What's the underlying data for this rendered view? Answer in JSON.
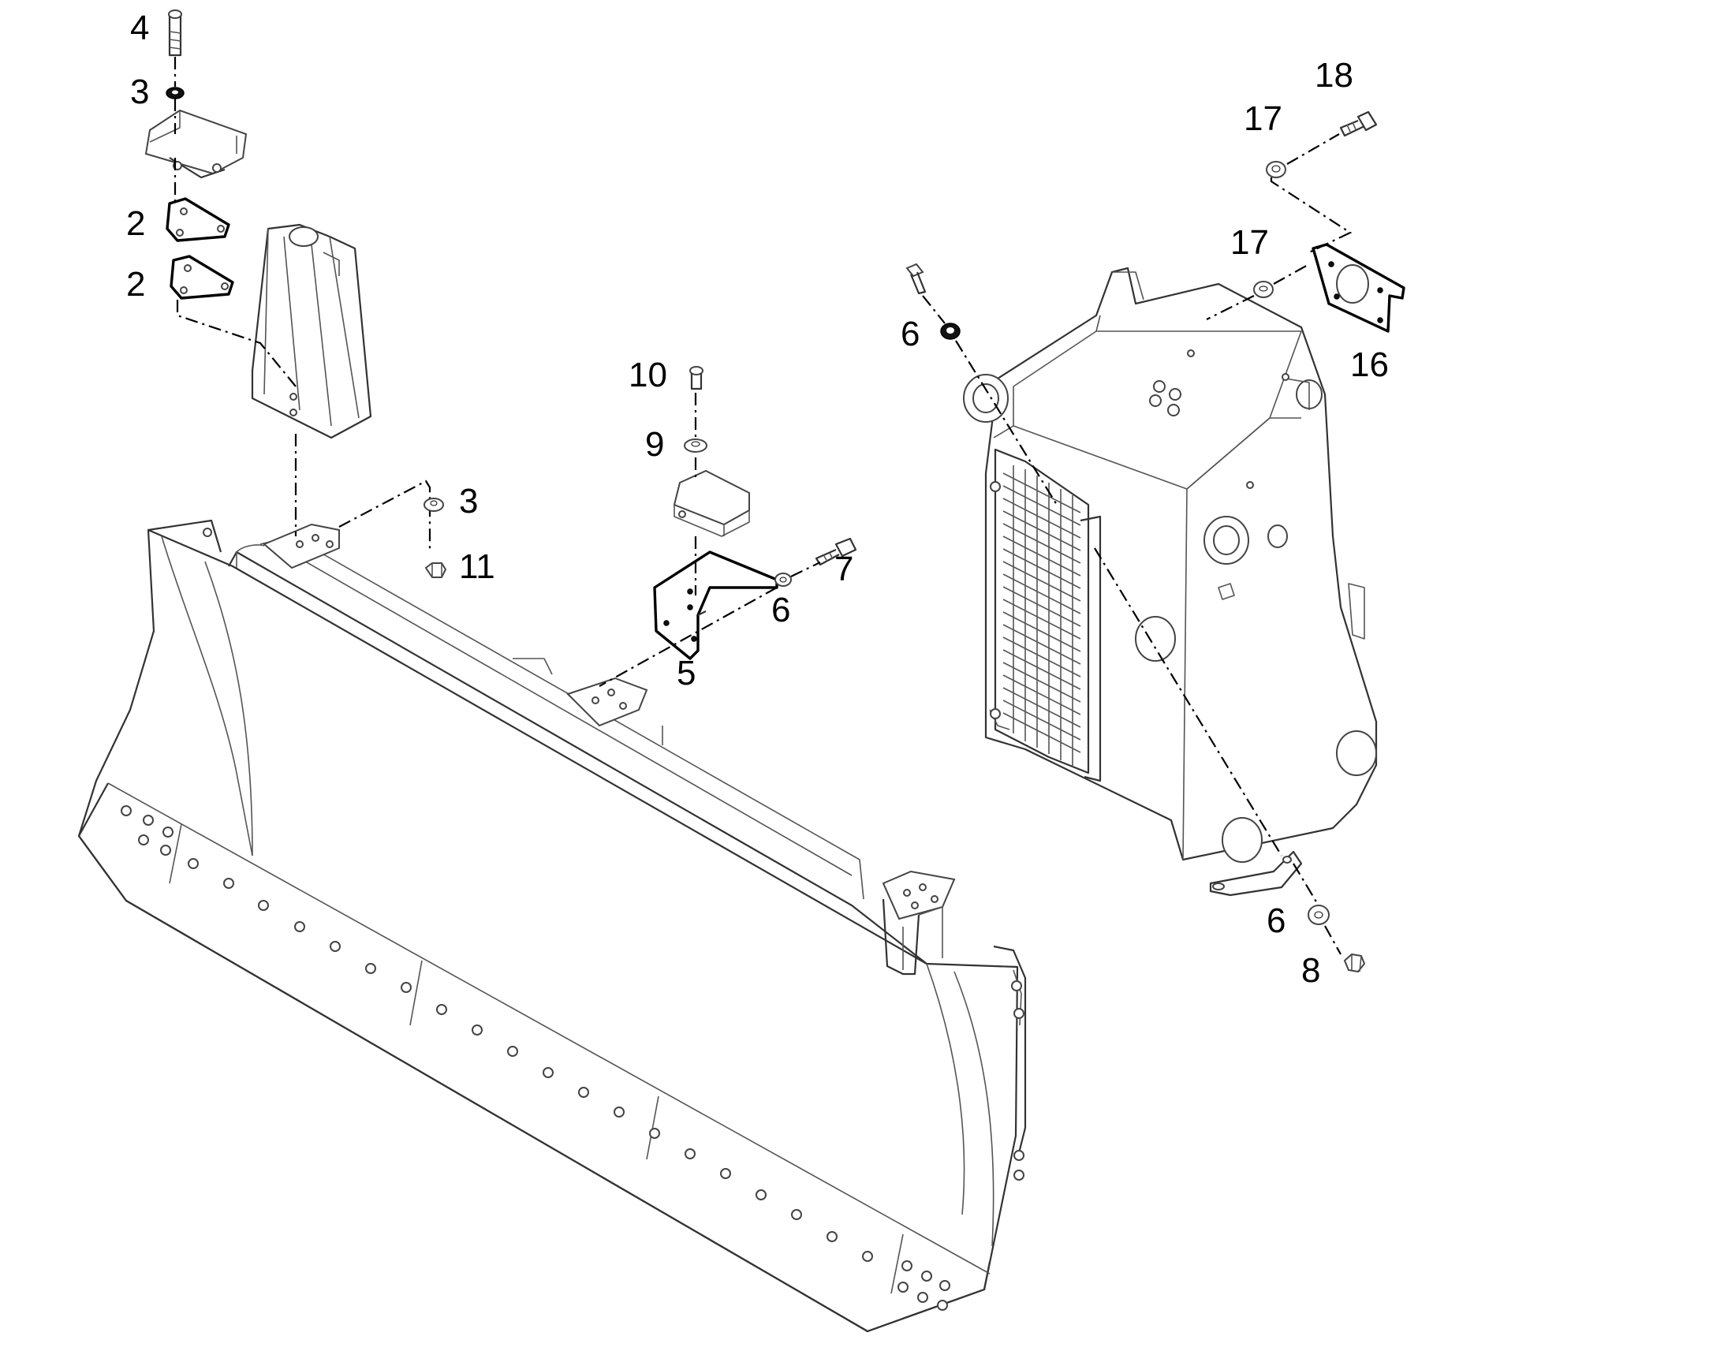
{
  "callouts": {
    "c4": "4",
    "c3a": "3",
    "c2a": "2",
    "c2b": "2",
    "c3b": "3",
    "c11": "11",
    "c10": "10",
    "c9": "9",
    "c7": "7",
    "c6a": "6",
    "c5": "5",
    "c6b": "6",
    "c18": "18",
    "c17a": "17",
    "c17b": "17",
    "c16": "16",
    "c6c": "6",
    "c8": "8"
  }
}
